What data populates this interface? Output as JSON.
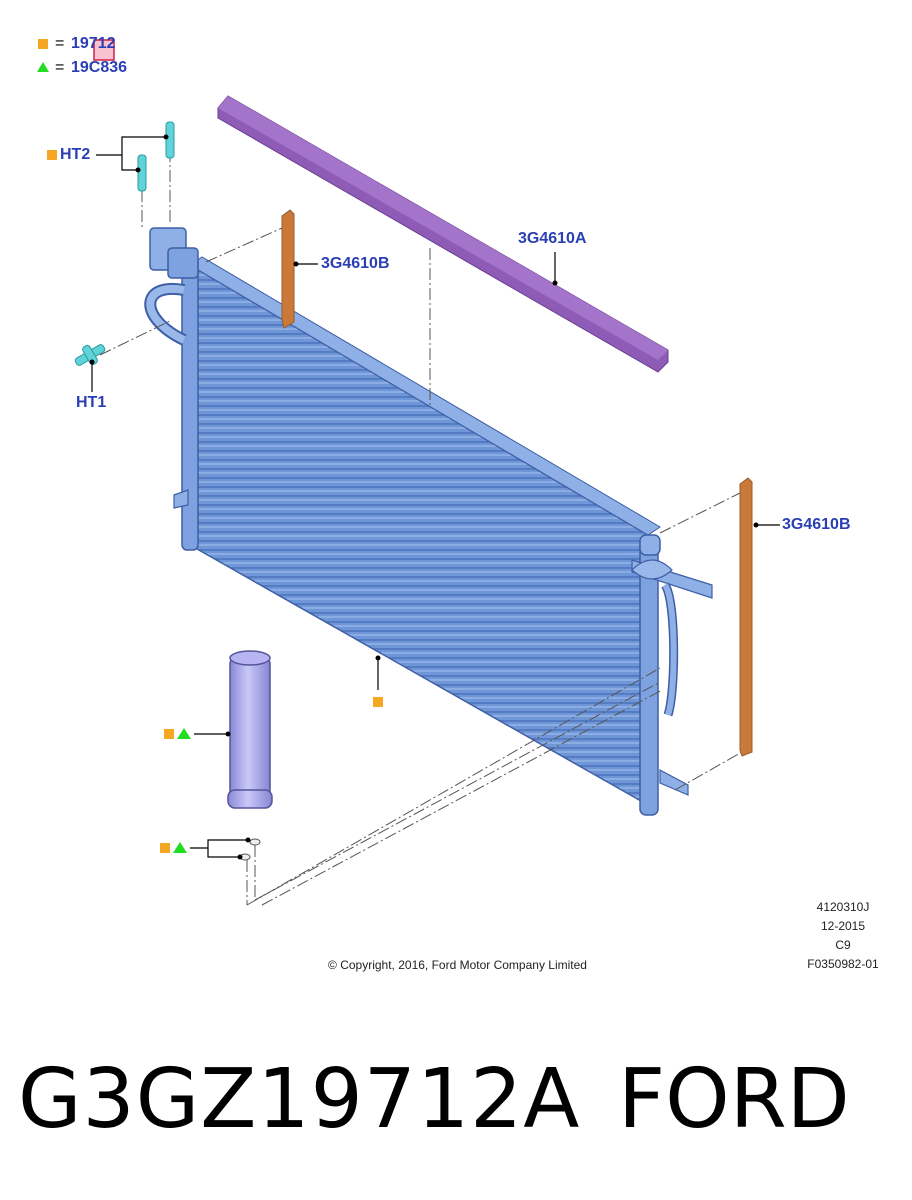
{
  "legend": [
    {
      "symbol": "orange-square",
      "eq": "=",
      "code": "19712"
    },
    {
      "symbol": "green-triangle",
      "eq": "=",
      "code": "19C836"
    }
  ],
  "callouts": {
    "ht2": "HT2",
    "ht1": "HT1",
    "seal_a": "3G4610A",
    "seal_b_left": "3G4610B",
    "seal_b_right": "3G4610B"
  },
  "info": {
    "line1": "4120310J",
    "line2": "12-2015",
    "line3": "C9",
    "line4": "F0350982-01"
  },
  "copyright": "© Copyright, 2016, Ford Motor Company Limited",
  "part_number": "G3GZ19712A",
  "brand": "FORD",
  "colors": {
    "orange": "#f5a623",
    "green": "#22dd22",
    "label_blue": "#2b3fb5",
    "condenser_blue": "#6a93d6",
    "seal_purple": "#8e5bb7",
    "seal_orange": "#c97a3a",
    "fitting_cyan": "#5fd3d8",
    "dryer_lavender": "#a9a8ee"
  }
}
